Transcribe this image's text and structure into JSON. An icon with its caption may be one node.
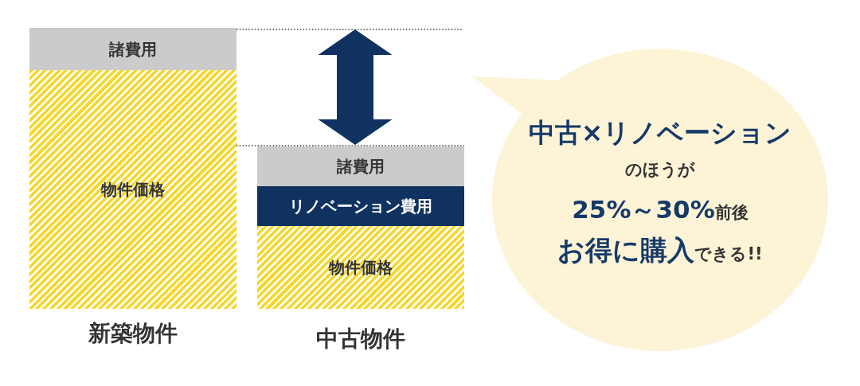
{
  "diagram": {
    "nodes": [
      {
        "text": [
          "諸費用"
        ]
      },
      {
        "text": [
          "物件価格"
        ]
      },
      {
        "text": [
          "諸費用"
        ]
      },
      {
        "text": [
          "リノベーション費用"
        ]
      },
      {
        "text": [
          "物件価格"
        ]
      },
      {
        "text": [
          "中古×リノベーション",
          "のほうが",
          "**25%～30%**前後",
          "**お得に購入**できる!!"
        ]
      }
    ],
    "labels": [
      "新築物件",
      "中古物件"
    ]
  }
}
